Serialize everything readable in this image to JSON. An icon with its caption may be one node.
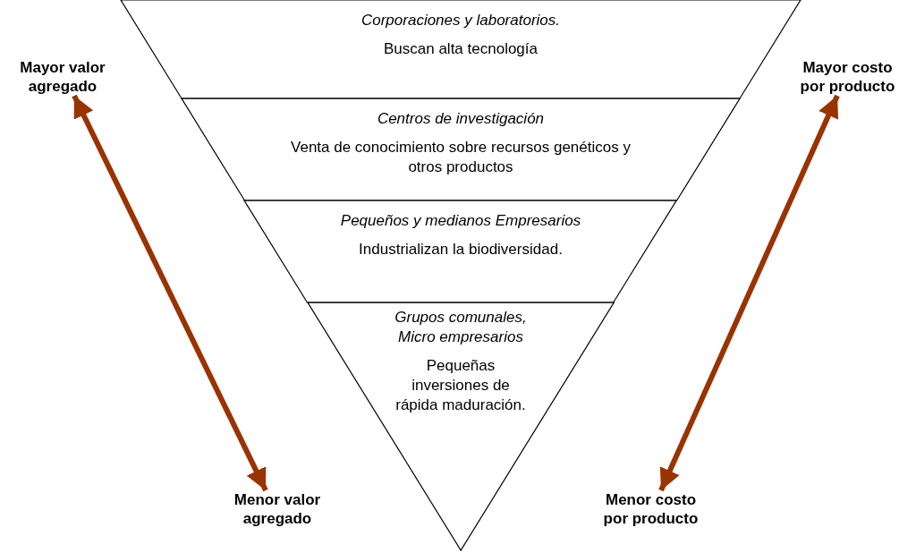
{
  "diagram": {
    "nodes": [
      {
        "text": [
          "Corporaciones y laboratorios.",
          "Buscan alta tecnología"
        ]
      },
      {
        "text": [
          "Centros de investigación",
          "Venta de conocimiento sobre recursos genéticos y otros productos"
        ]
      },
      {
        "text": [
          "Pequeños y medianos Empresarios",
          "Industrializan la biodiversidad."
        ]
      },
      {
        "text": [
          "Grupos comunales, Micro empresarios",
          "Pequeñas inversiones de rápida maduración."
        ]
      },
      {
        "text": [
          "Mayor valor agregado"
        ]
      },
      {
        "text": [
          "Menor valor agregado"
        ]
      },
      {
        "text": [
          "Mayor costo por producto"
        ]
      },
      {
        "text": [
          "Menor costo por producto"
        ]
      }
    ],
    "edges": [
      {
        "from": 4,
        "to": 5,
        "arrow": "both",
        "color": "#993300"
      },
      {
        "from": 6,
        "to": 7,
        "arrow": "both",
        "color": "#993300"
      }
    ]
  }
}
